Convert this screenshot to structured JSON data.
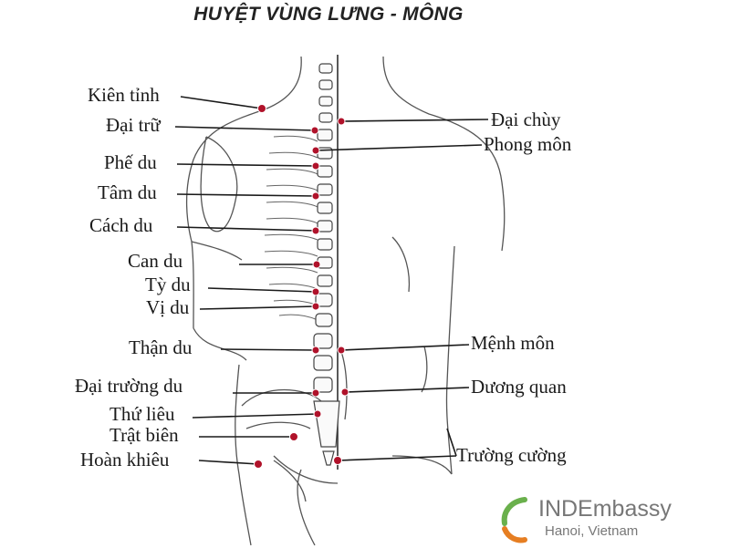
{
  "title": "HUYỆT VÙNG LƯNG - MÔNG",
  "labels_left": [
    "Kiên tỉnh",
    "Đại trữ",
    "Phế du",
    "Tâm du",
    "Cách du",
    "Can du",
    "Tỳ du",
    "Vị du",
    "Thận du",
    "Đại trường du",
    "Thứ liêu",
    "Trật biên",
    "Hoàn khiêu"
  ],
  "labels_right": [
    "Đại chùy",
    "Phong môn",
    "Mệnh môn",
    "Dương quan",
    "Trường cường"
  ],
  "logo": {
    "name": "INDEmbassy",
    "location": "Hanoi, Vietnam"
  },
  "colors": {
    "point": "#b0122a",
    "line": "#1a1a1a",
    "sketch": "#555555",
    "logo_green": "#6ab04c",
    "logo_orange": "#e67e22"
  }
}
